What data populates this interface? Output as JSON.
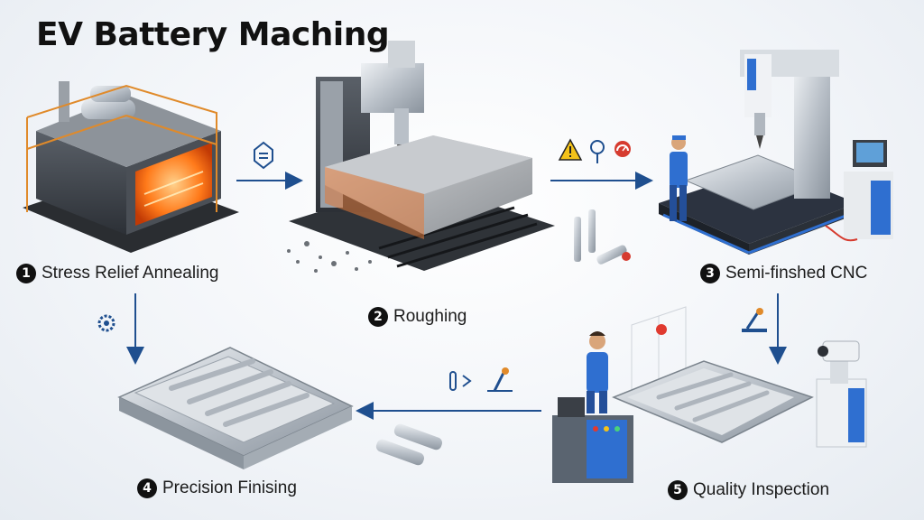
{
  "title": "EV Battery Maching",
  "steps": [
    {
      "number": "1",
      "label": "Stress Relief Annealing"
    },
    {
      "number": "2",
      "label": "Roughing"
    },
    {
      "number": "3",
      "label": "Semi-finshed CNC"
    },
    {
      "number": "4",
      "label": "Precision Finising"
    },
    {
      "number": "5",
      "label": "Quality Inspection"
    }
  ],
  "colors": {
    "accent": "#1f4f8f",
    "furnace_glow": "#ff7a1a",
    "machine_blue": "#2f6fd0",
    "metal": "#c9ced4"
  },
  "icons": [
    "gear-process-icon",
    "warning-icon",
    "probe-icon",
    "gauge-icon",
    "test-tube-icon",
    "microscope-icon",
    "arrow-icon"
  ]
}
